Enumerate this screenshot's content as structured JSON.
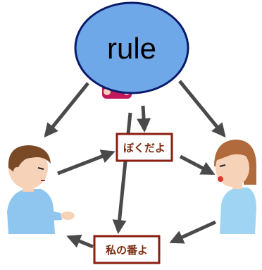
{
  "center_node": {
    "label": "rule",
    "fill_color": "#6fa8e8",
    "stroke_color": "#0a1a6b"
  },
  "boy_utterance": {
    "label": "ぼくだよ"
  },
  "girl_utterance": {
    "label": "私の番よ"
  },
  "colors": {
    "arrow": "#4a4a4a",
    "label_text": "#7a2e14",
    "label_border": "#8b1d0f",
    "skin": "#f6d2b8",
    "boy_hair": "#7a4a26",
    "boy_shirt": "#8ec6f0",
    "girl_hair": "#b06a3b",
    "girl_shirt": "#9fd4f2"
  },
  "characters": [
    {
      "role": "boy",
      "icon": "boy-character-icon"
    },
    {
      "role": "girl",
      "icon": "girl-character-icon"
    }
  ]
}
